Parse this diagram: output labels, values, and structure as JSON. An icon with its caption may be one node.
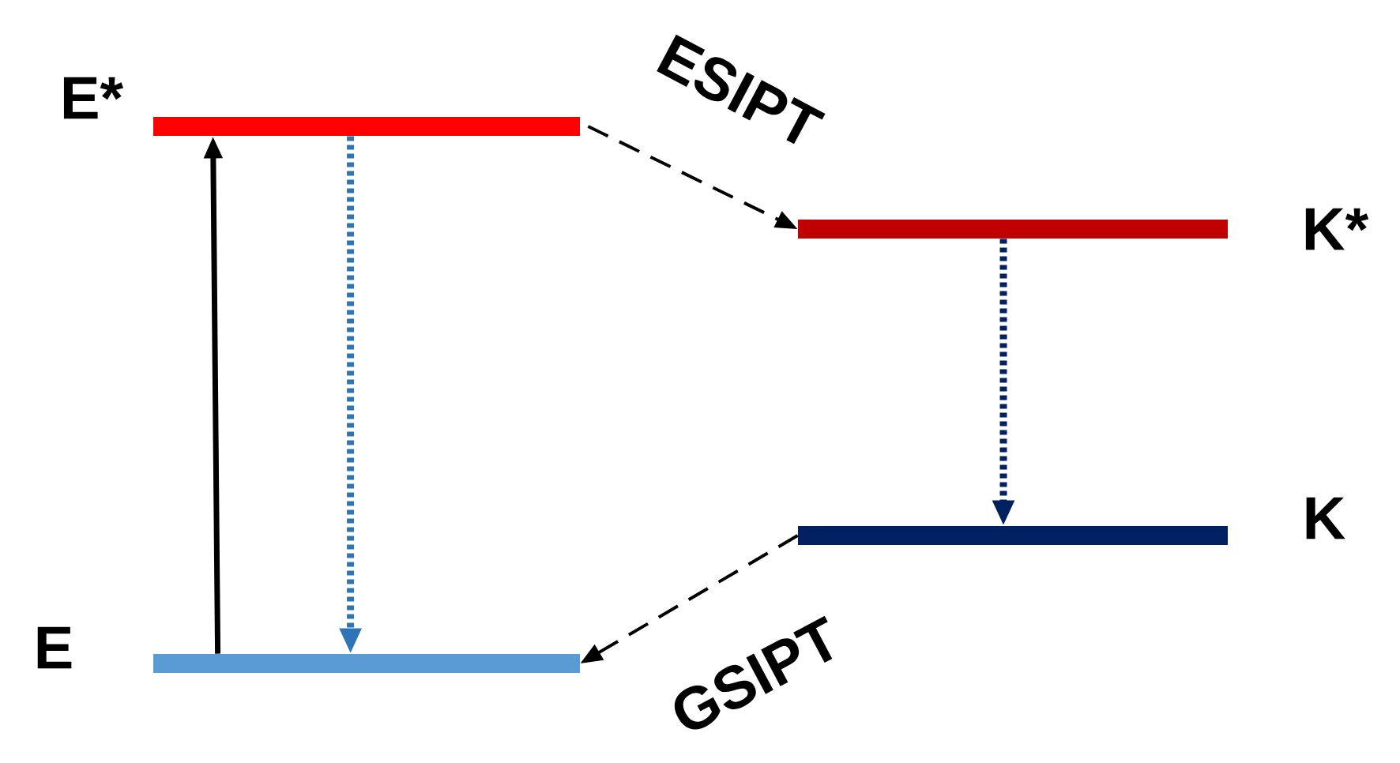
{
  "diagram": {
    "nodes": [
      {
        "text": [],
        "shape": "bar",
        "beside": [
          "E*"
        ]
      },
      {
        "text": [],
        "shape": "bar",
        "beside": [
          "K*"
        ]
      },
      {
        "text": [],
        "shape": "bar",
        "beside": [
          "K"
        ]
      },
      {
        "text": [],
        "shape": "bar",
        "beside": [
          "E"
        ]
      }
    ],
    "edges": [
      {
        "from": 3,
        "to": 0,
        "arrow": "to"
      },
      {
        "from": 0,
        "to": 3,
        "arrow": "to",
        "style": "dashed",
        "color": "#2e75b6"
      },
      {
        "from": 0,
        "to": 1,
        "arrow": "to",
        "style": "dashed",
        "label": "ESIPT"
      },
      {
        "from": 1,
        "to": 2,
        "arrow": "to",
        "style": "dashed",
        "color": "#002060"
      },
      {
        "from": 2,
        "to": 3,
        "arrow": "to",
        "style": "dashed",
        "label": "GSIPT"
      }
    ]
  }
}
